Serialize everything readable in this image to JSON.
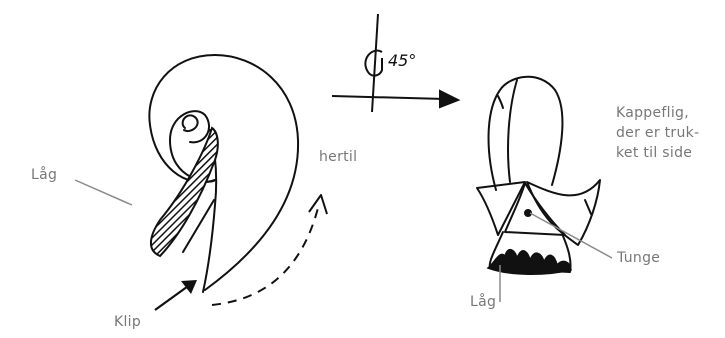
{
  "labels": {
    "laag_left": "Låg",
    "hertil": "hertil",
    "klip": "Klip",
    "kappeflig_1": "Kappeflig,",
    "kappeflig_2": "der er truk-",
    "kappeflig_3": "ket til side",
    "tunge": "Tunge",
    "laag_right": "Låg"
  },
  "rotation_note": "45°",
  "colors": {
    "ink": "#111111",
    "label": "#777777",
    "leader": "#8a8a8a"
  }
}
